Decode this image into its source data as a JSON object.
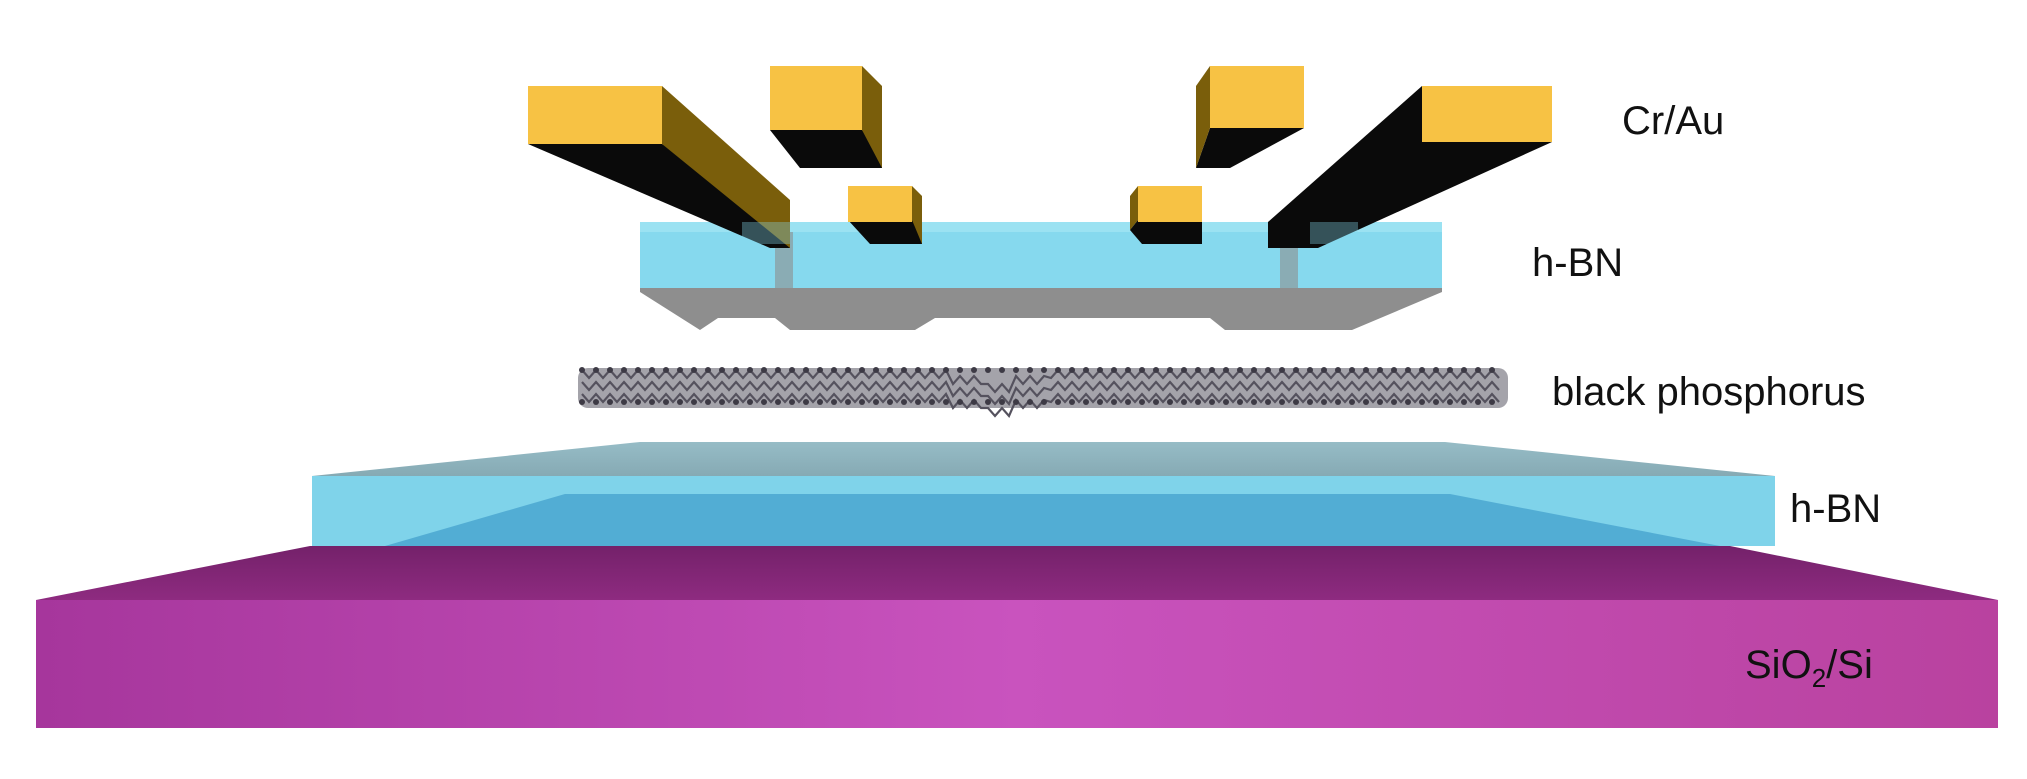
{
  "labels": {
    "contacts": "Cr/Au",
    "hbn_top": "h-BN",
    "black_phosphorus": "black phosphorus",
    "hbn_bottom": "h-BN",
    "substrate_main": "SiO",
    "substrate_subscript": "2",
    "substrate_tail": "/Si"
  },
  "colors": {
    "gold": "#f7c244",
    "gold_side": "#7a5e0b",
    "contact_shadow": "#0a0a0a",
    "hbn_top": "#86d9ee",
    "hbn_shadow": "#8e8e8e",
    "hbn_bottom_front": "#7fd3ea",
    "hbn_bottom_top": "#8fb5be",
    "hbn_bottom_inner": "#4ea9d2",
    "black_phosphorus": "#55525e",
    "substrate_front": "#c24ab6",
    "substrate_top": "#7e2470"
  }
}
